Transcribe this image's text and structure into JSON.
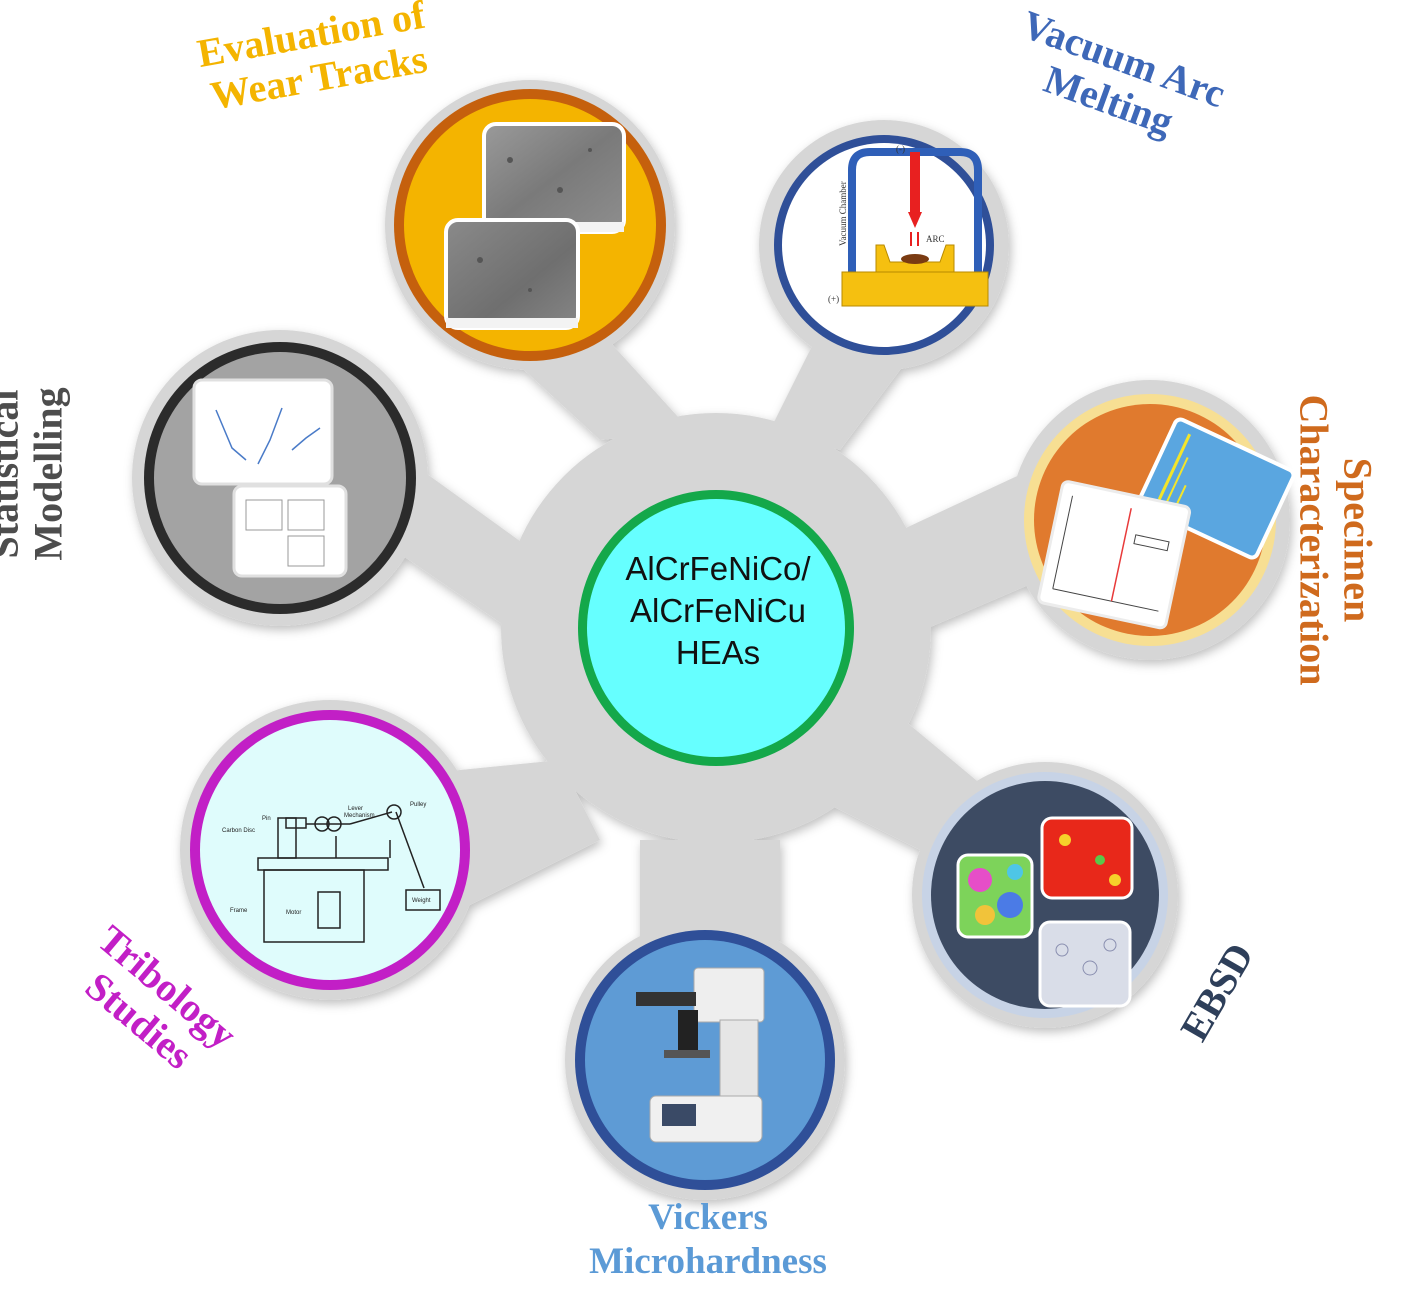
{
  "center": {
    "line1": "AlCrFeNiCo/",
    "line2": "AlCrFeNiCu",
    "line3": "HEAs",
    "fill": "#66ffff",
    "ring": "#14a84a"
  },
  "nodes": {
    "wear": {
      "line1": "Evaluation of",
      "line2": "Wear Tracks",
      "color": "#f4b400",
      "ring": "#c5600d",
      "fill": "#f4b400"
    },
    "vacuum": {
      "line1": "Vacuum Arc",
      "line2": "Melting",
      "color": "#3e68b8",
      "ring": "#2f4f98",
      "fill": "#ffffff",
      "img_vacuum_chamber": "Vacuum Chamber",
      "img_arc": "ARC",
      "img_minus": "(-)",
      "img_plus": "(+)"
    },
    "specimen": {
      "line1": "Specimen",
      "line2": "Characterization",
      "color": "#cf6a1d",
      "ring": "#f7df93",
      "fill": "#e07a2e"
    },
    "ebsd": {
      "line1": "EBSD",
      "color": "#2e3f5a",
      "ring": "#c7d3e6",
      "fill": "#3d4b63"
    },
    "vickers": {
      "line1": "Vickers",
      "line2": "Microhardness",
      "color": "#5b9ad6",
      "ring": "#2f4f98",
      "fill": "#5e9bd5"
    },
    "tribology": {
      "line1": "Tribology",
      "line2": "Studies",
      "color": "#c21fc6",
      "ring": "#c21fc6",
      "fill": "#dffcfc",
      "img_lever": "Lever",
      "img_mechanism": "Mechanism",
      "img_pulley": "Pulley",
      "img_pin": "Pin",
      "img_carbon_disc": "Carbon Disc",
      "img_frame": "Frame",
      "img_motor": "Motor",
      "img_weight": "Weight"
    },
    "statistical": {
      "line1": "Statistical",
      "line2": "Modelling",
      "color": "#4d4d4d",
      "ring": "#2b2b2b",
      "fill": "#a3a3a3"
    }
  },
  "hub_color": "#d6d6d6"
}
